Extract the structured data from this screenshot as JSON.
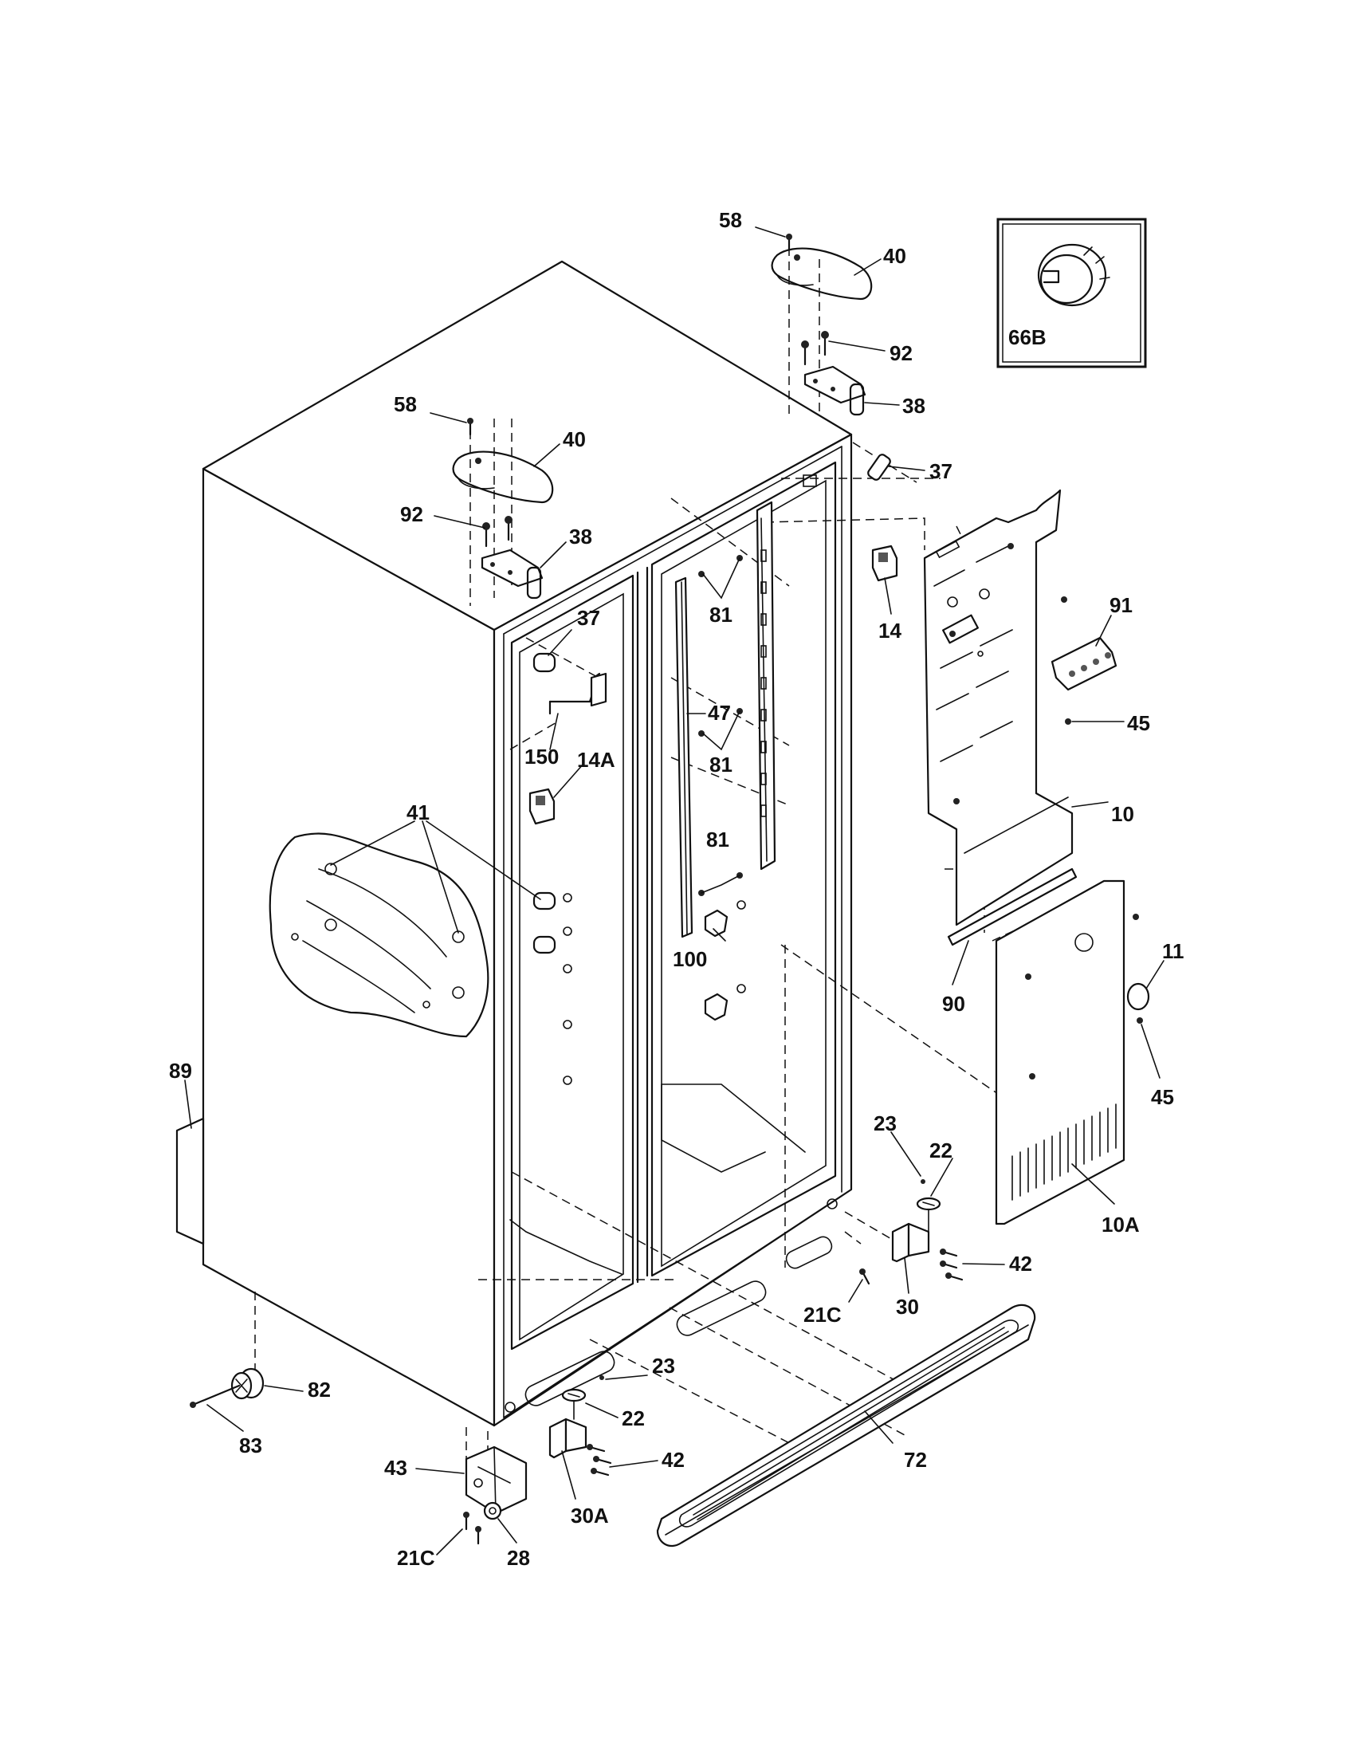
{
  "labels": {
    "p58a": "58",
    "p40a": "40",
    "p92a": "92",
    "p38a": "38",
    "p58b": "58",
    "p40b": "40",
    "p92b": "92",
    "p38b": "38",
    "p37a": "37",
    "p37b": "37",
    "p14": "14",
    "p14a": "14A",
    "p150": "150",
    "p81a": "81",
    "p81b": "81",
    "p81c": "81",
    "p47": "47",
    "p41": "41",
    "p100": "100",
    "p91": "91",
    "p45a": "45",
    "p45b": "45",
    "p10": "10",
    "p11": "11",
    "p90": "90",
    "p10a": "10A",
    "p89": "89",
    "p23a": "23",
    "p22a": "22",
    "p42a": "42",
    "p30": "30",
    "p21ca": "21C",
    "p23b": "23",
    "p22b": "22",
    "p42b": "42",
    "p30a": "30A",
    "p72": "72",
    "p82": "82",
    "p83": "83",
    "p43": "43",
    "p28": "28",
    "p21cb": "21C",
    "p66b": "66B"
  }
}
